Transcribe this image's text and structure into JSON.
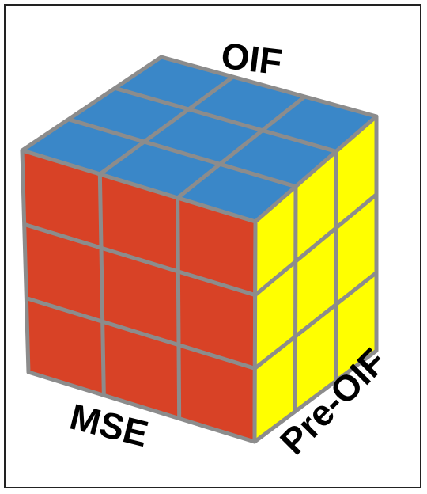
{
  "labels": {
    "top": "OIF",
    "front": "MSE",
    "side": "Pre-OIF"
  },
  "colors": {
    "top_face": "#3a87c8",
    "front_face": "#d84226",
    "side_face": "#ffff00",
    "grid_lines": "#8c8c8c",
    "frame": "#222222",
    "text": "#000000"
  },
  "cube": {
    "grid_size": 3
  }
}
